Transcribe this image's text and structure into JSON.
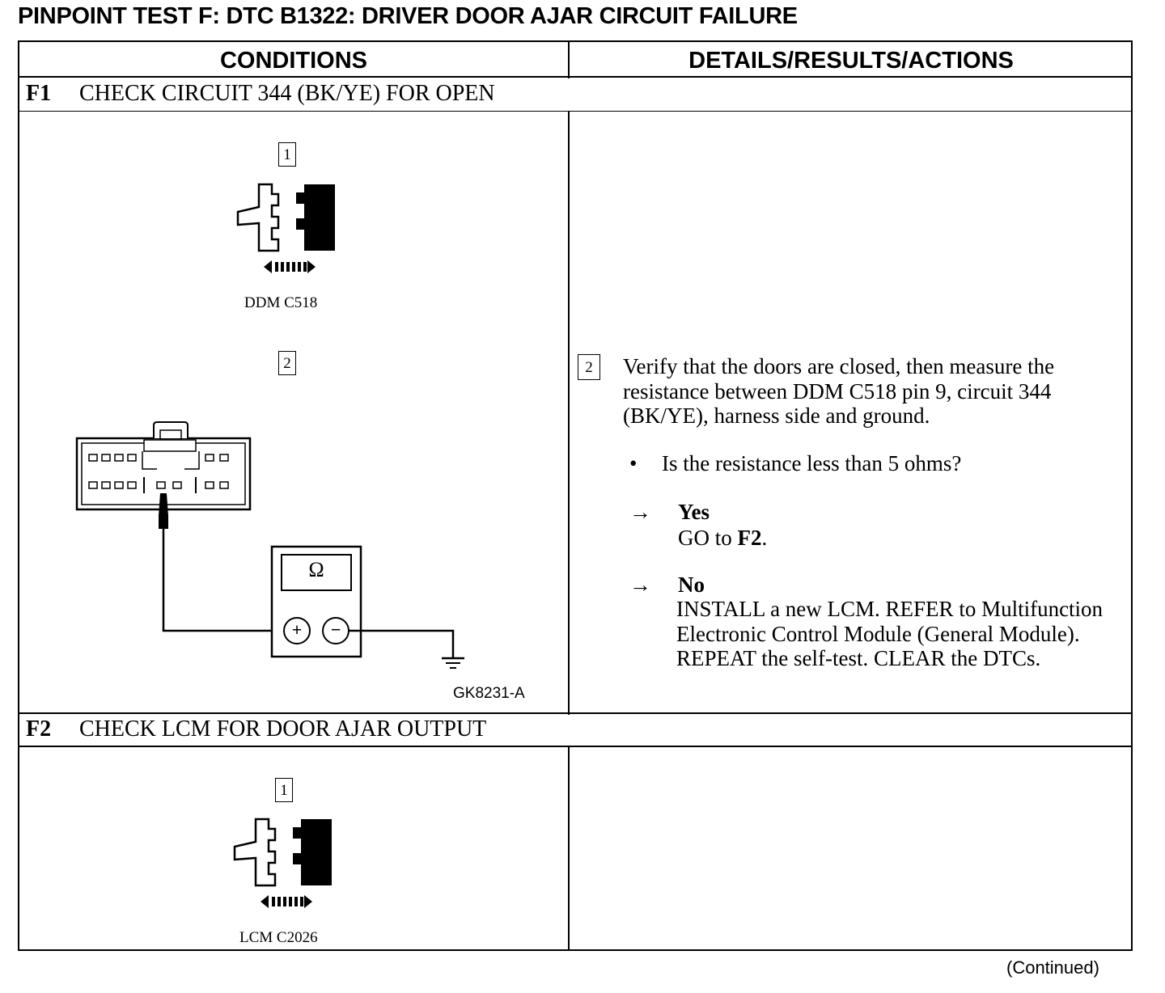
{
  "title": "PINPOINT TEST F:  DTC B1322: DRIVER DOOR AJAR CIRCUIT FAILURE",
  "columns": {
    "conditions": "CONDITIONS",
    "details": "DETAILS/RESULTS/ACTIONS"
  },
  "steps": [
    {
      "id": "F1",
      "title": "CHECK CIRCUIT 344 (BK/YE) FOR OPEN",
      "figures": [
        {
          "number": "1",
          "caption": "DDM C518"
        },
        {
          "number": "2",
          "meter_symbol": "Ω",
          "plus": "+",
          "minus": "−",
          "figure_id": "GK8231-A"
        }
      ],
      "detail": {
        "number": "2",
        "instruction": "Verify that the doors are closed, then measure the resistance between DDM C518 pin 9, circuit 344 (BK/YE), harness side and ground.",
        "question": "Is the resistance less than 5 ohms?",
        "results": [
          {
            "arrow": "→",
            "label": "Yes",
            "action_prefix": "GO to ",
            "action_bold": "F2",
            "action_suffix": "."
          },
          {
            "arrow": "→",
            "label": "No",
            "action": "INSTALL a new LCM. REFER to Multifunction Electronic Control Module (General Module). REPEAT the self-test. CLEAR the DTCs."
          }
        ]
      }
    },
    {
      "id": "F2",
      "title": "CHECK LCM FOR DOOR AJAR OUTPUT",
      "figures": [
        {
          "number": "1",
          "caption": "LCM C2026"
        }
      ]
    }
  ],
  "footer": "(Continued)"
}
